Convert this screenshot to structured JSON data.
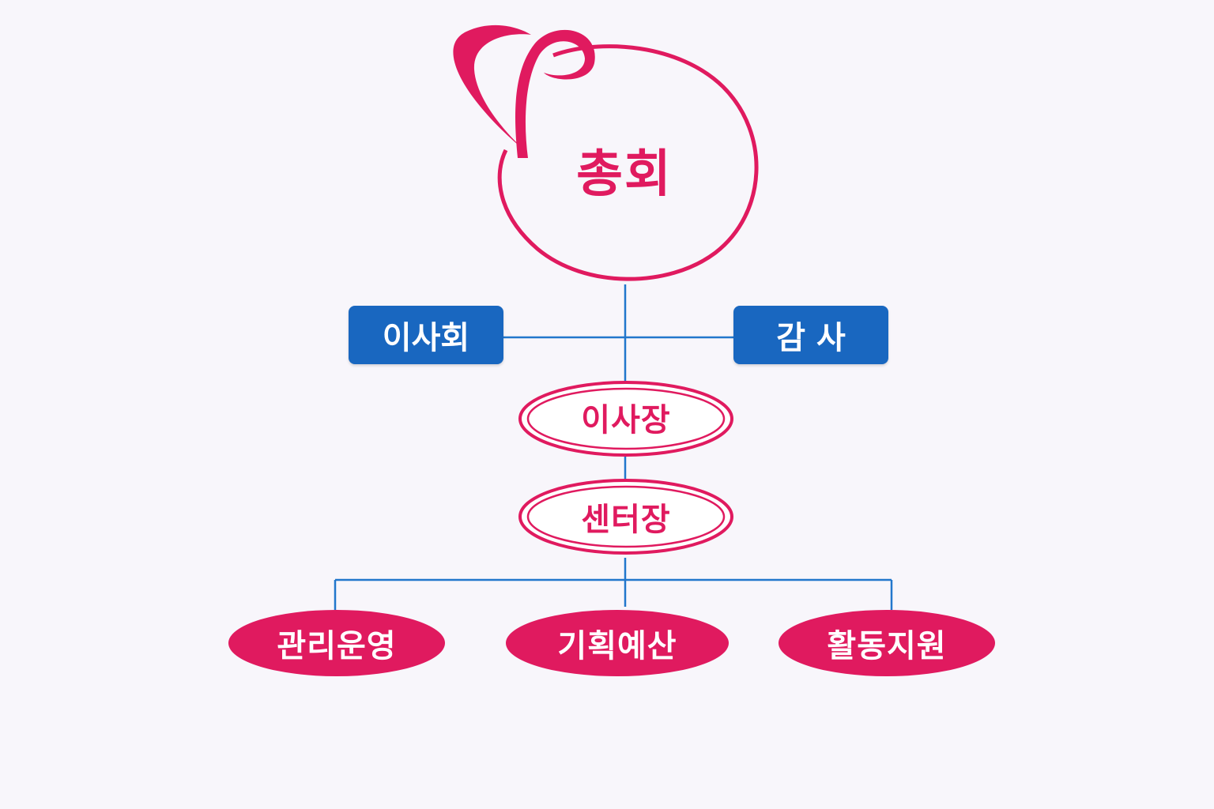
{
  "colors": {
    "accent": "#e01a5f",
    "box_blue": "#1967c0",
    "line_blue": "#2277cc",
    "background": "#f8f6fb",
    "white": "#ffffff"
  },
  "nodes": {
    "general_assembly": "총회",
    "board": "이사회",
    "audit": "감 사",
    "chairman": "이사장",
    "center_director": "센터장"
  },
  "departments": [
    {
      "label": "관리운영"
    },
    {
      "label": "기획예산"
    },
    {
      "label": "활동지원"
    }
  ]
}
